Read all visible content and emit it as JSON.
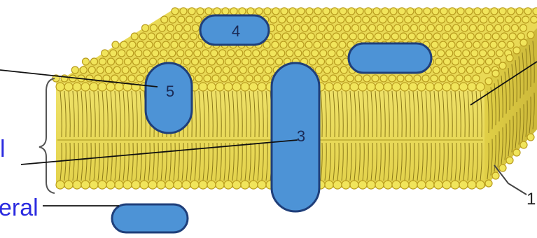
{
  "diagram": {
    "proteins": [
      {
        "number": "4"
      },
      {
        "number": "5"
      },
      {
        "number": "3"
      },
      {
        "number": ""
      },
      {
        "number": ""
      }
    ],
    "side_labels": {
      "integral_partial": "l",
      "peripheral_partial": "eral"
    },
    "right_label": "1",
    "colors": {
      "membrane": "#e7d94f",
      "head": "#f1e55b",
      "head_edge": "#b89b1e",
      "protein": "#4d93d6",
      "protein_edge": "#1f3f7a",
      "label_blue": "#2b2be0"
    }
  }
}
